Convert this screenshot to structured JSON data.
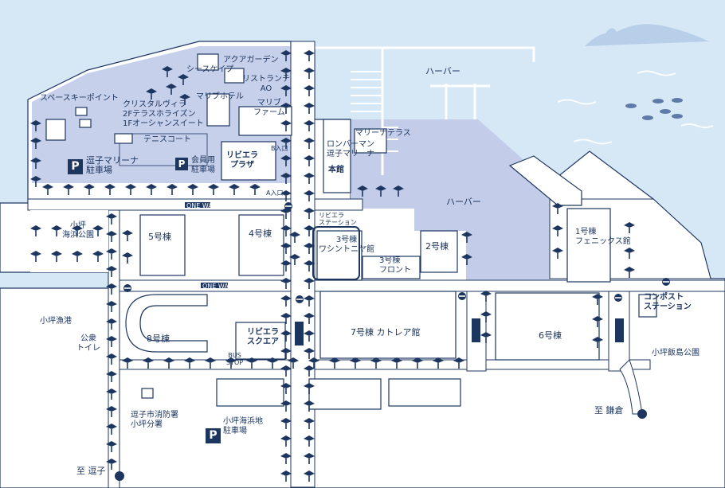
{
  "colors": {
    "sea": "#d6e7f6",
    "sea_deep": "#b7cfe9",
    "harbor": "#c3cde9",
    "land": "#ffffff",
    "building": "#ffffff",
    "outline": "#1d3660",
    "palm": "#1d3660",
    "highlight": "#1d3660"
  },
  "labels": {
    "space_key_point": "スペースキーポイント",
    "aqua_garden": "アクアガーデン",
    "seaside_cafe": "シースケイプ",
    "restaurant_ao": "リストランテ\nAO",
    "marib_hotel": "マリブホテル",
    "crystal_villa": "クリスタルヴィラ\n2Fテラスホライズン\n1Fオーシャンスイート",
    "marib_farm": "マリブ\nファーム",
    "tennis_court": "テニスコート",
    "marina_terrace": "マリーナテラス",
    "long_board": "ロンバーマン\n逗子マリーナ",
    "main_building": "本館",
    "harbor_top": "ハーバー",
    "harbor_mid": "ハーバー",
    "zushi_marina_parking": "逗子マリーナ\n駐車場",
    "member_parking": "会員用\n駐車場",
    "riviera_plaza": "リビエラ\nプラザ",
    "entrance_b": "B入口",
    "entrance_a": "A入口",
    "koajiro_beach_park": "小坪\n海浜公園",
    "bldg_5": "5号棟",
    "bldg_4": "4号棟",
    "riviera_station": "リビエラ\nステーション",
    "bldg_3": "3号棟\nワシントニヤ館",
    "bldg_3_front": "3号棟\nフロント",
    "bldg_2": "2号棟",
    "bldg_1": "1号棟\nフェニックス館",
    "compost_station": "コンポスト\nステーション",
    "koajiro_fishing_port": "小坪漁港",
    "public_toilet": "公衆\nトイレ",
    "bldg_8": "8号棟",
    "riviera_square": "リビエラ\nスクエア",
    "bus_stop": "BUS\nSTOP",
    "bldg_7": "7号棟 カトレア館",
    "bldg_6": "6号棟",
    "iijima_park": "小坪飯島公園",
    "fire_station": "逗子市消防署\n小坪分署",
    "koajiro_beach_parking": "小坪海浜地\n駐車場",
    "to_kamakura": "至 鎌倉",
    "to_zushi": "至 逗子",
    "one_way": "ONE WAY",
    "parking_symbol": "P"
  }
}
